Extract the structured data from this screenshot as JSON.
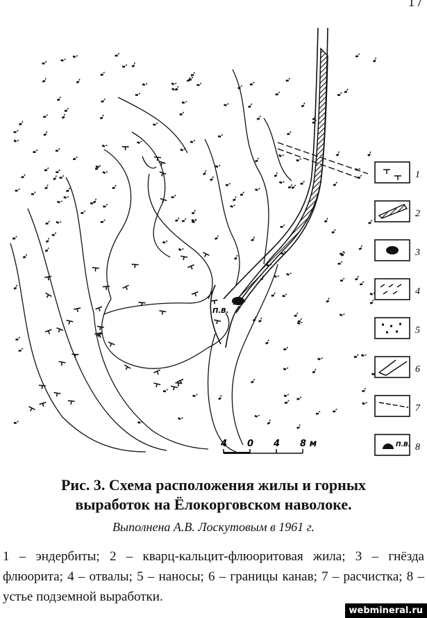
{
  "page_number": "17",
  "map": {
    "entrance_label": "П.В.",
    "scale_ticks": [
      "4",
      "0",
      "4",
      "8 м"
    ],
    "legend_numbers": [
      "1",
      "2",
      "3",
      "4",
      "5",
      "6",
      "7",
      "8"
    ],
    "legend_sample_label": "П.В."
  },
  "caption": {
    "title_line1": "Рис. 3. Схема расположения жилы и горных",
    "title_line2": "выработок на Ёлокорговском наволоке.",
    "subtitle": "Выполнена А.В. Лоскутовым в 1961 г."
  },
  "legend_text": "1 – эндербиты; 2 – кварц-кальцит-флюоритовая жила; 3 – гнёзда флюорита; 4 – отвалы; 5 – наносы; 6 – границы канав; 7 – расчистка; 8 – устье подземной выработки.",
  "watermark": "webmineral.ru"
}
